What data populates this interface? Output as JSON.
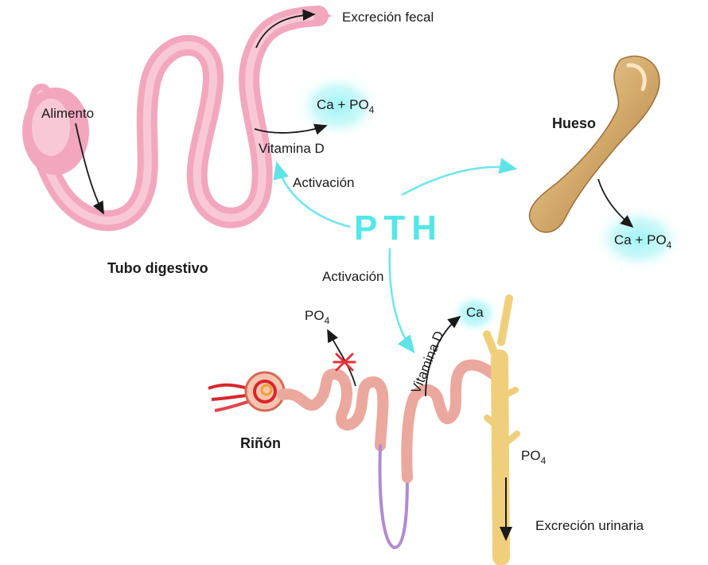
{
  "colors": {
    "glow": "#9ff3f5",
    "pth": "#55e7e7",
    "arrow_pth": "#6fe5e8",
    "gut": "#f2a7bf",
    "bone": "#d9b47a",
    "tubule": "#eba89e",
    "collecting_duct": "#f0cf7c",
    "block_mark": "#e5323b"
  },
  "labels": {
    "excrecion_fecal": "Excreción fecal",
    "alimento": "Alimento",
    "ca_po4_gut": {
      "base": "Ca + PO",
      "sub": "4"
    },
    "vitamina_d_gut": "Vitamina D",
    "hueso": "Hueso",
    "activacion_gut": "Activación",
    "pth": "PTH",
    "ca_po4_bone": {
      "base": "Ca + PO",
      "sub": "4"
    },
    "tubo_digestivo": "Tubo digestivo",
    "activacion_kidney": "Activación",
    "po4_blocked": {
      "base": "PO",
      "sub": "4"
    },
    "ca_kidney": "Ca",
    "vitamina_d_kidney": "Vitamina D",
    "rinon": "Riñón",
    "po4_urine": {
      "base": "PO",
      "sub": "4"
    },
    "excrecion_urinaria": "Excreción urinaria"
  }
}
